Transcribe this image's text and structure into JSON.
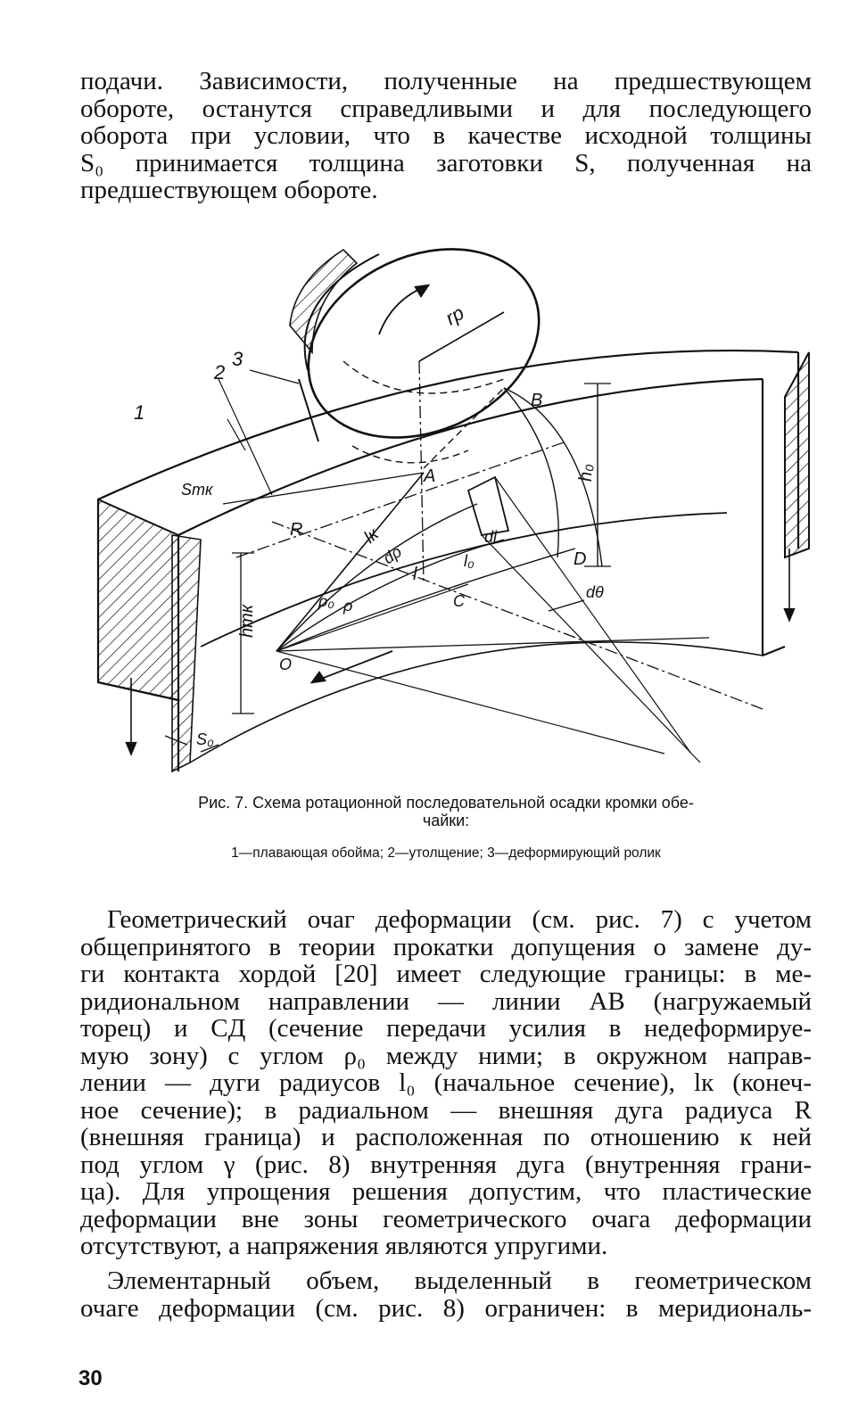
{
  "page": {
    "paragraph_top": [
      "подачи. Зависимости, полученные на предшествующем",
      "обороте, останутся справедливыми и для последующего",
      "оборота при условии, что в качестве исходной толщины",
      "S₀ принимается толщина заготовки S, полученная на",
      "предшествующем обороте."
    ],
    "figure": {
      "labels": {
        "n1": "1",
        "n2": "2",
        "n3": "3",
        "rp": "rр",
        "B": "B",
        "h0": "h₀",
        "A": "A",
        "Stk": "Sтк",
        "R": "R",
        "lk": "lк",
        "drho": "dρ",
        "dl": "dl",
        "l0": "l₀",
        "D": "D",
        "l": "l",
        "rho0": "ρ₀",
        "rho": "ρ",
        "C": "C",
        "dtheta": "dθ",
        "htk": "hтк",
        "O": "O",
        "S0": "S₀"
      }
    },
    "caption": {
      "title": "Рис. 7. Схема ротационной последовательной осадки кромки обе-",
      "title_cont": "чайки:",
      "legend": "1—плавающая обойма; 2—утолщение; 3—деформирующий ролик"
    },
    "paragraph_main": [
      "Геометрический очаг деформации (см. рис. 7) с учетом",
      "общепринятого в теории прокатки допущения о замене ду-",
      "ги контакта хордой [20] имеет следующие границы: в ме-",
      "ридиональном направлении — линии AB (нагружаемый",
      "торец) и CД (сечение передачи усилия в недеформируе-",
      "мую зону) с углом ρ₀ между ними; в окружном направ-",
      "лении — дуги радиусов l₀ (начальное сечение), lк (конеч-",
      "ное сечение); в радиальном — внешняя дуга радиуса R",
      "(внешняя граница) и расположенная по отношению к ней",
      "под углом γ (рис. 8) внутренняя дуга (внутренняя грани-",
      "ца). Для упрощения решения допустим, что пластические",
      "деформации вне зоны геометрического очага деформации",
      "отсутствуют, а напряжения являются упругими."
    ],
    "paragraph_last": [
      "Элементарный объем, выделенный в геометрическом",
      "очаге деформации (см. рис. 8) ограничен: в меридиональ-"
    ],
    "page_number": "30"
  }
}
